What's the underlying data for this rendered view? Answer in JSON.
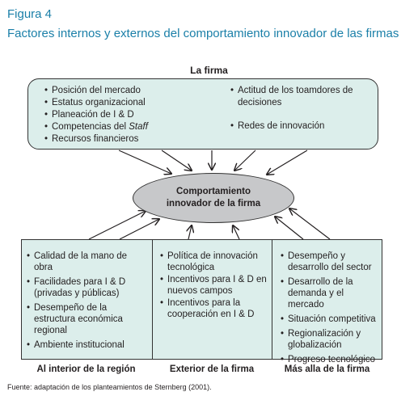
{
  "figure": {
    "label": "Figura 4",
    "title": "Factores internos y externos del comportamiento innovador de las firmas"
  },
  "firm": {
    "label": "La firma",
    "left_items": [
      "Posición del mercado",
      "Estatus organizacional",
      "Planeación de I & D",
      "Competencias del Staff",
      "Recursos financieros"
    ],
    "right_items": [
      "Actitud de los toamdores de decisiones",
      "Redes de innovación"
    ]
  },
  "center": {
    "line1": "Comportamiento",
    "line2": "innovador de la firma"
  },
  "columns": [
    {
      "label": "Al interior de la región",
      "items": [
        "Calidad de la mano de obra",
        "Facilidades para I & D (privadas y públicas)",
        "Desempeño de la estructura económica regional",
        "Ambiente institucional"
      ]
    },
    {
      "label": "Exterior de la firma",
      "items": [
        "Política de innovación tecnológica",
        "Incentivos para I & D en nuevos campos",
        "Incentivos para la cooperación en I & D"
      ]
    },
    {
      "label": "Más alla de la firma",
      "items": [
        "Desempeño y desarrollo del sector",
        "Desarrollo de la demanda y el mercado",
        "Situación competitiva",
        "Regionalización y globalización",
        "Progreso tecnológico"
      ]
    }
  ],
  "source": "Fuente: adaptación de los planteamientos de Sternberg (2001)."
}
